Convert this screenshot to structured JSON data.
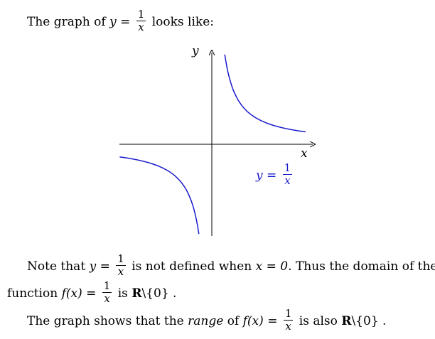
{
  "intro": {
    "prefix": "The graph of",
    "var": "y",
    "eq": "=",
    "num": "1",
    "den": "x",
    "suffix": "looks like:"
  },
  "graph": {
    "y_axis_label": "y",
    "x_axis_label": "x",
    "curve_label_var": "y",
    "curve_label_eq": "=",
    "curve_label_num": "1",
    "curve_label_den": "x",
    "curve_color": "#1a1acc"
  },
  "para1": {
    "prefix": "Note that",
    "var": "y",
    "eq": "=",
    "num": "1",
    "den": "x",
    "mid": "is not defined when",
    "cond": "x = 0",
    "suffix": ". Thus the domain of the"
  },
  "para2": {
    "prefix": "function",
    "fx": "f(x)",
    "eq": "=",
    "num": "1",
    "den": "x",
    "mid": "is",
    "set": "R",
    "rest": "\\{0} ."
  },
  "para3": {
    "prefix": "The graph shows that the",
    "range": "range",
    "of": "of",
    "fx": "f(x)",
    "eq": "=",
    "num": "1",
    "den": "x",
    "mid": "is also",
    "set": "R",
    "rest": "\\{0} ."
  }
}
